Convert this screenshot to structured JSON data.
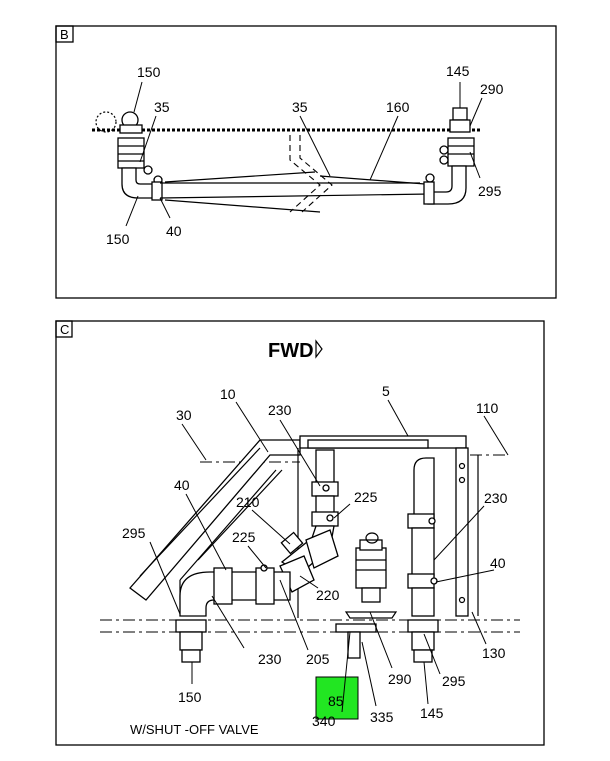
{
  "panel_b": {
    "tag": "B",
    "callouts": {
      "c150_top": "150",
      "c35_left": "35",
      "c35_mid": "35",
      "c160": "160",
      "c145": "145",
      "c290": "290",
      "c295": "295",
      "c150_bottom": "150",
      "c40": "40"
    }
  },
  "panel_c": {
    "tag": "C",
    "fwd_label": "FWD",
    "callouts": {
      "c10": "10",
      "c5": "5",
      "c110": "110",
      "c30": "30",
      "c230_top": "230",
      "c225_top": "225",
      "c210": "210",
      "c225_mid": "225",
      "c40_left": "40",
      "c295_left": "295",
      "c230_right": "230",
      "c40_right": "40",
      "c220": "220",
      "c230_bottom": "230",
      "c205": "205",
      "c290": "290",
      "c295_right": "295",
      "c130": "130",
      "c150": "150",
      "c340": "340",
      "c85": "85",
      "c335": "335",
      "c145": "145"
    },
    "caption": "W/SHUT -OFF VALVE",
    "highlight_color": "#22e622"
  }
}
